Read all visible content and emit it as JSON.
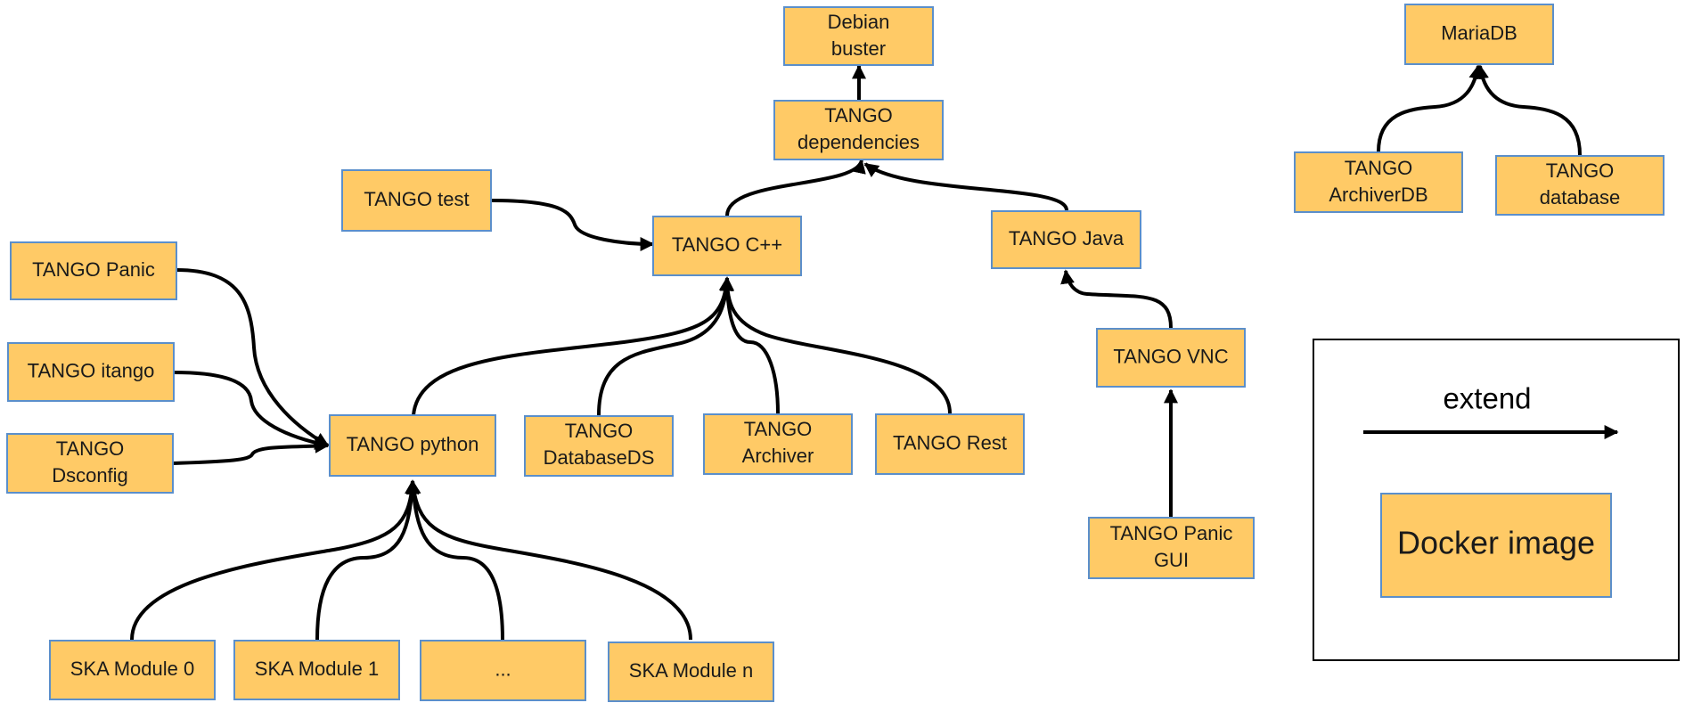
{
  "nodes": {
    "debian": [
      "Debian",
      "buster"
    ],
    "deps": [
      "TANGO",
      "dependencies"
    ],
    "mariadb": [
      "MariaDB"
    ],
    "archiverdb": [
      "TANGO",
      "ArchiverDB"
    ],
    "database": [
      "TANGO",
      "database"
    ],
    "test": [
      "TANGO test"
    ],
    "cpp": [
      "TANGO C++"
    ],
    "java": [
      "TANGO Java"
    ],
    "panic": [
      "TANGO Panic"
    ],
    "itango": [
      "TANGO itango"
    ],
    "dsconfig": [
      "TANGO",
      "Dsconfig"
    ],
    "python": [
      "TANGO python"
    ],
    "databaseds": [
      "TANGO",
      "DatabaseDS"
    ],
    "archiver": [
      "TANGO",
      "Archiver"
    ],
    "rest": [
      "TANGO Rest"
    ],
    "vnc": [
      "TANGO VNC"
    ],
    "panicgui": [
      "TANGO Panic",
      "GUI"
    ],
    "ska0": [
      "SKA Module 0"
    ],
    "ska1": [
      "SKA Module 1"
    ],
    "ellipsis": [
      "..."
    ],
    "skan": [
      "SKA Module n"
    ]
  },
  "legend": {
    "edge_label": "extend",
    "node_label": "Docker image"
  },
  "colors": {
    "node_fill": "#FFCA66",
    "node_border": "#5B8FCB",
    "edge": "#000000"
  }
}
